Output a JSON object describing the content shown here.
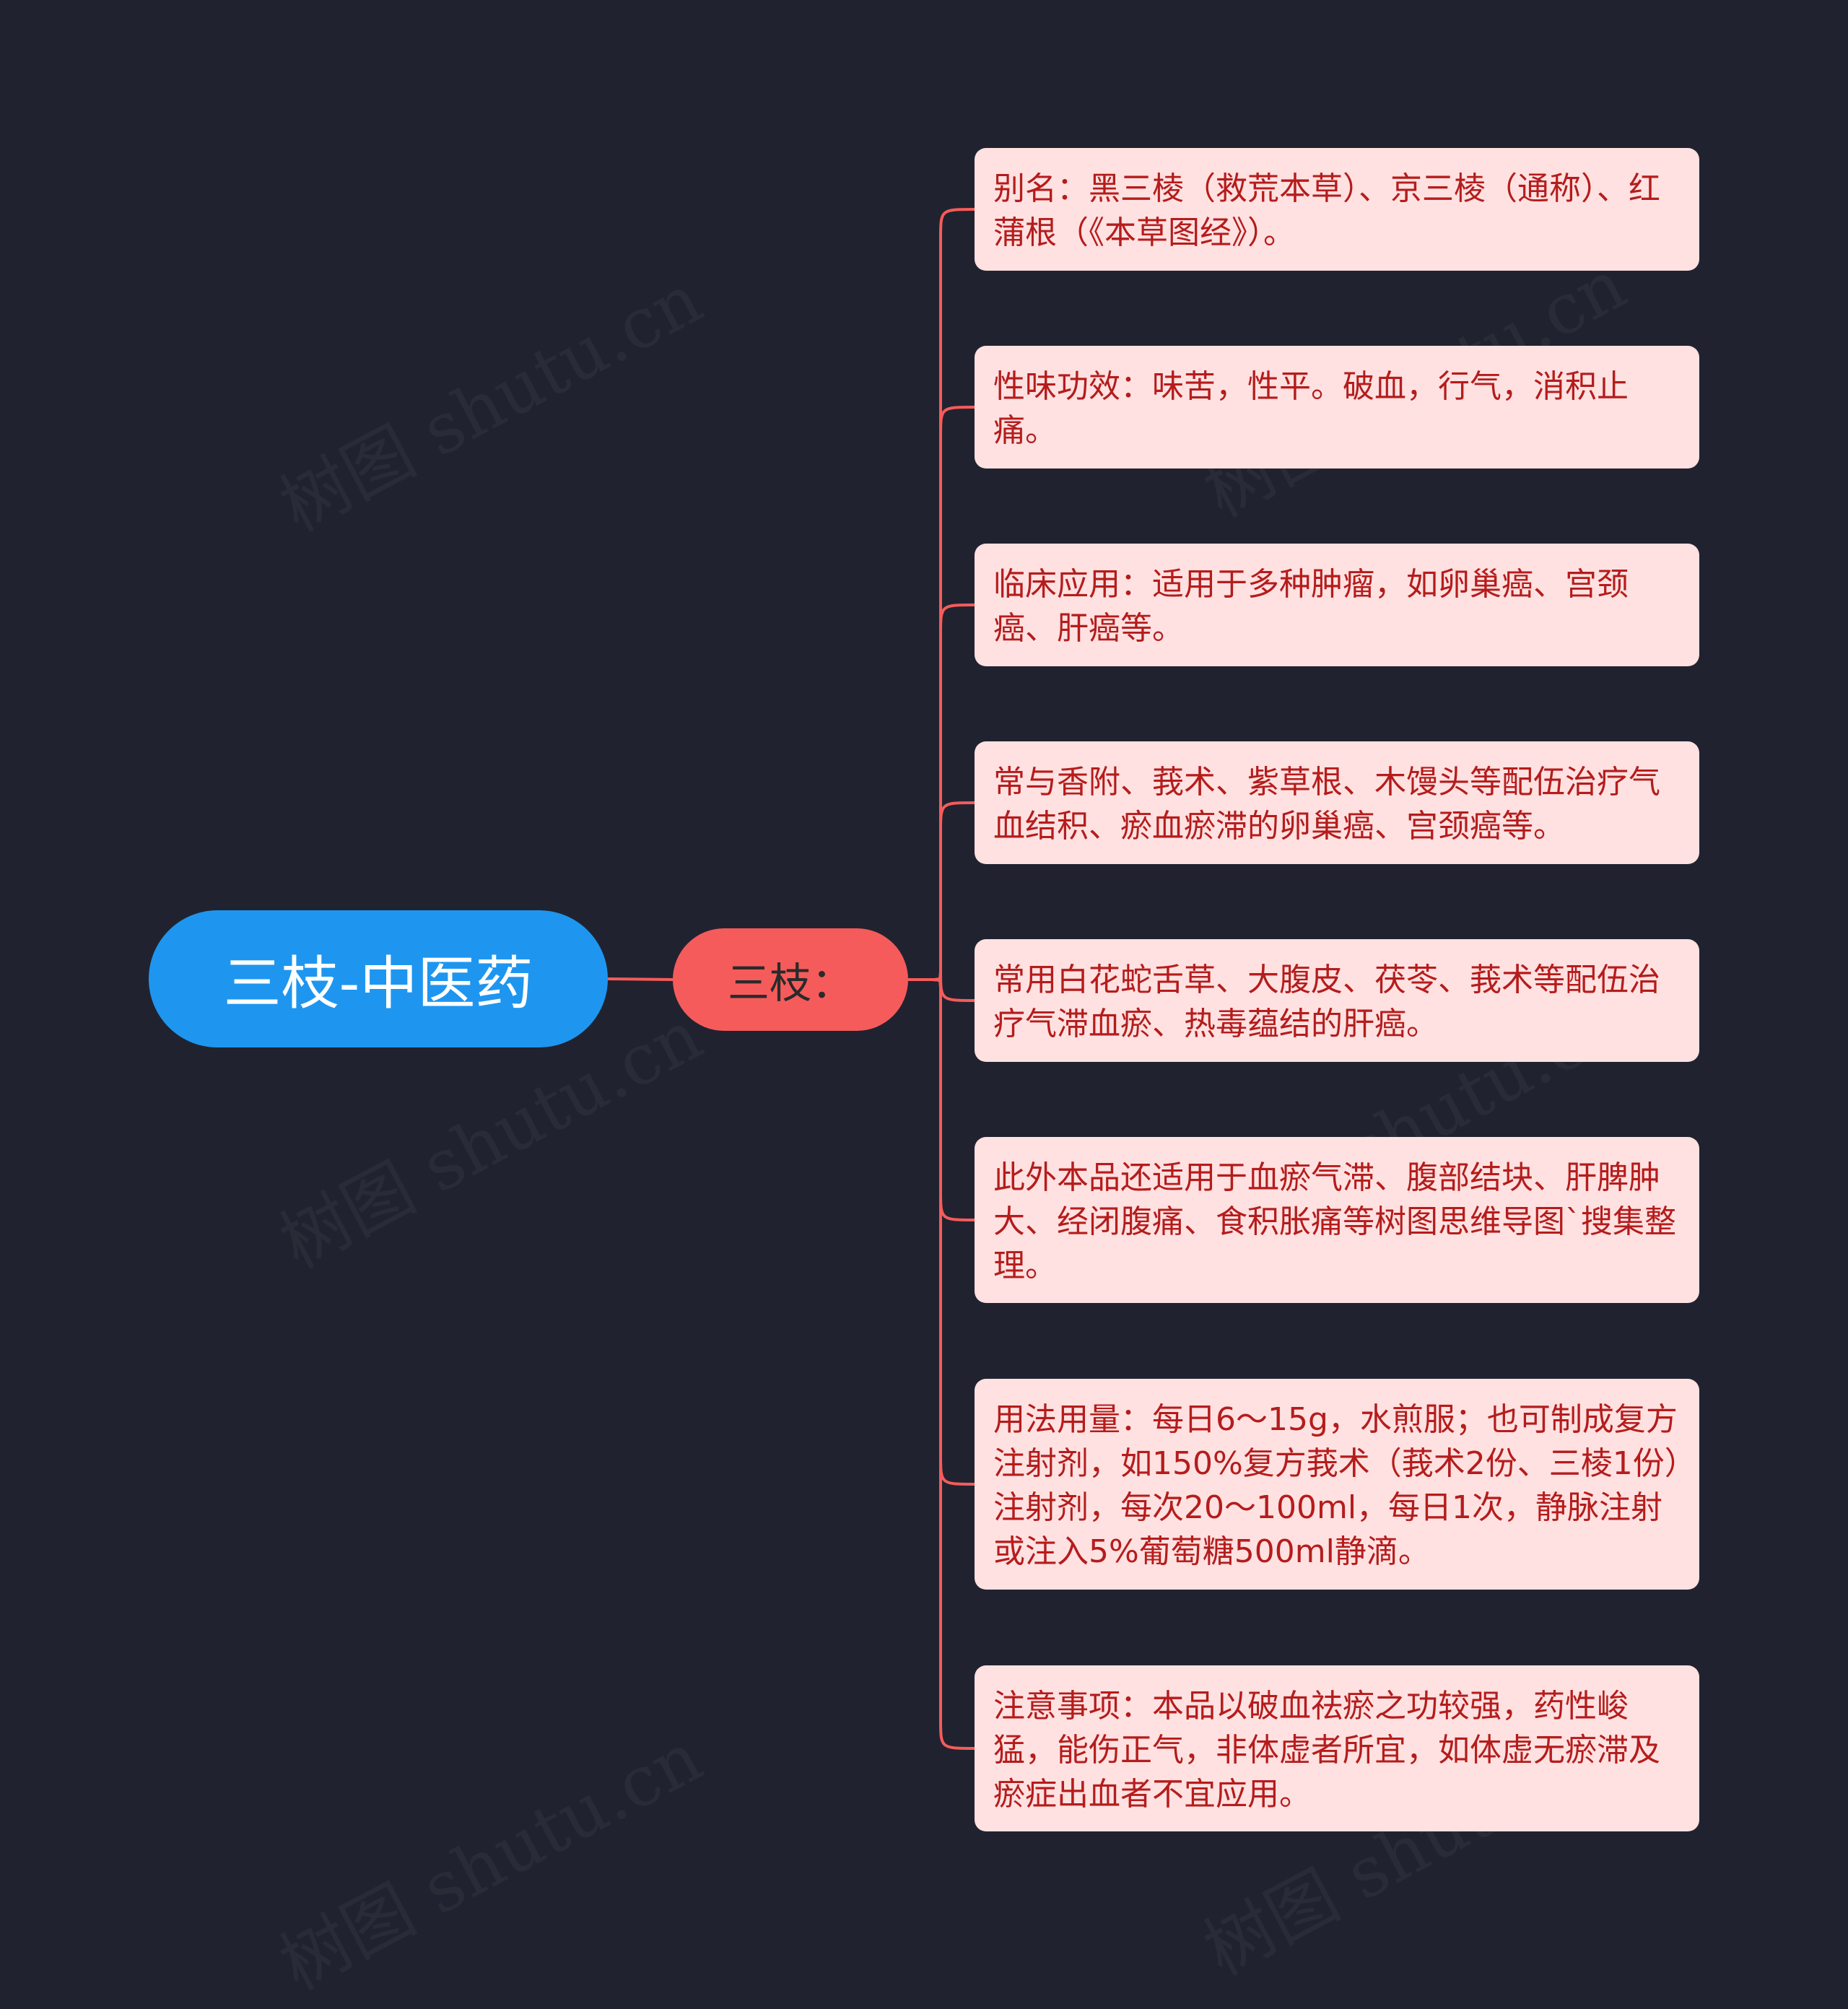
{
  "mindmap": {
    "root": "三枝-中医药",
    "branch": "三枝：",
    "leaves": [
      "别名：黑三棱（救荒本草）、京三棱（通称）、红蒲根（《本草图经》）。",
      "性味功效：味苦，性平。破血，行气，消积止痛。",
      "临床应用：适用于多种肿瘤，如卵巢癌、宫颈癌、肝癌等。",
      "常与香附、莪术、紫草根、木馒头等配伍治疗气血结积、瘀血瘀滞的卵巢癌、宫颈癌等。",
      "常用白花蛇舌草、大腹皮、茯苓、莪术等配伍治疗气滞血瘀、热毒蕴结的肝癌。",
      "此外本品还适用于血瘀气滞、腹部结块、肝脾肿大、经闭腹痛、食积胀痛等树图思维导图`搜集整理。",
      "用法用量：每日6～15g，水煎服；也可制成复方注射剂，如150%复方莪术（莪术2份、三棱1份）注射剂，每次20～100ml，每日1次，静脉注射或注入5%葡萄糖500ml静滴。",
      "注意事项：本品以破血祛瘀之功较强，药性峻猛，能伤正气，非体虚者所宜，如体虚无瘀滞及瘀症出血者不宜应用。"
    ]
  },
  "watermark": "树图 shutu.cn",
  "colors": {
    "background": "#20232f",
    "root_fill": "#1e96f0",
    "branch_fill": "#f65b5b",
    "leaf_fill": "#ffe1e1",
    "leaf_text": "#b51c1c",
    "connector": "#f65b5b"
  }
}
